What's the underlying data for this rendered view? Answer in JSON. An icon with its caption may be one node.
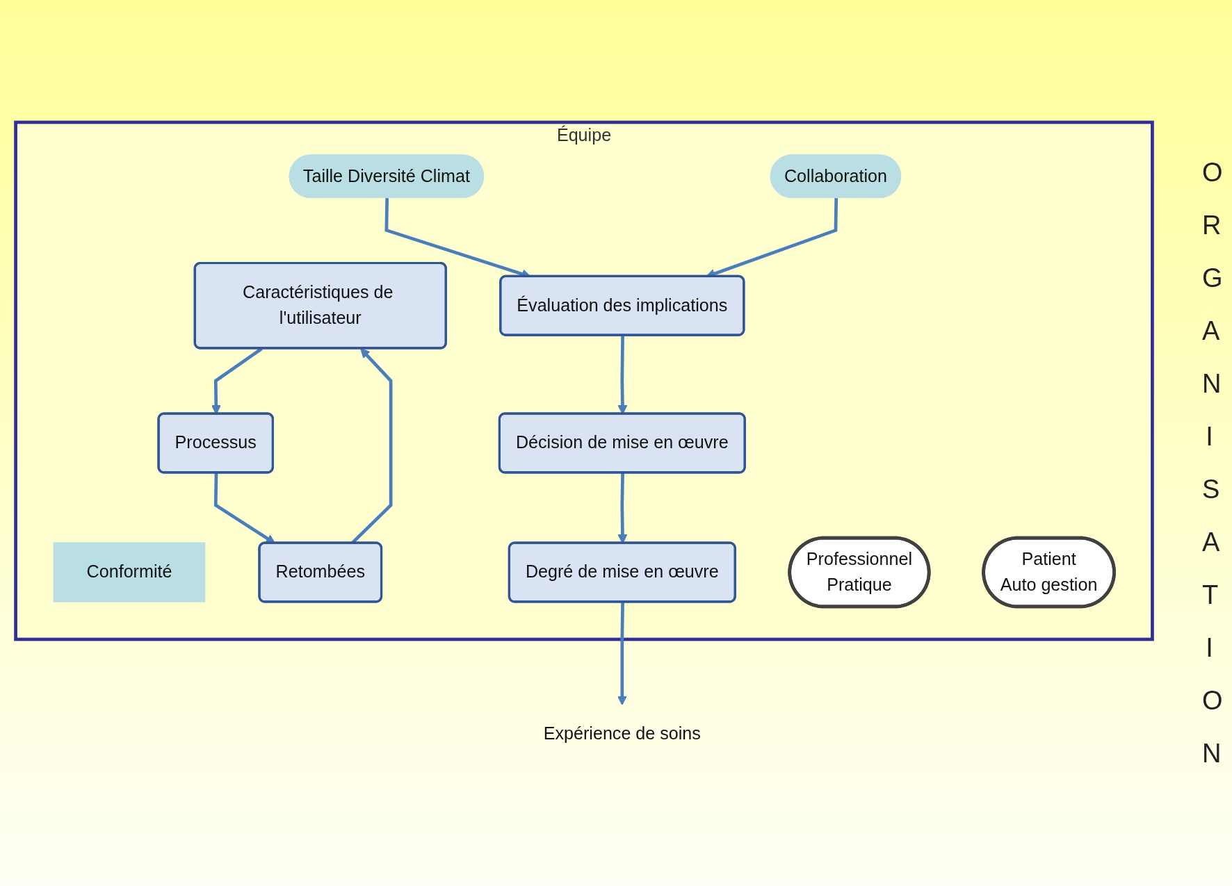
{
  "diagram": {
    "nodes": [
      {
        "text": [
          "Équipe"
        ]
      },
      {
        "text": [
          "Conformité"
        ],
        "in": 0
      },
      {
        "text": [
          "Taille Diversité Climat"
        ],
        "in": 0
      },
      {
        "text": [
          "Collaboration"
        ],
        "in": 0
      },
      {
        "text": [
          "Caractéristiques de l'utilisateur"
        ],
        "in": 0
      },
      {
        "text": [
          "Processus"
        ],
        "in": 0
      },
      {
        "text": [
          "Retombées"
        ],
        "in": 0
      },
      {
        "text": [
          "Évaluation des implications"
        ],
        "in": 0
      },
      {
        "text": [
          "Décision de mise en œuvre"
        ],
        "in": 0
      },
      {
        "text": [
          "Degré de mise en œuvre"
        ],
        "in": 0
      },
      {
        "text": [
          "Professionnel",
          "Pratique"
        ],
        "in": 0
      },
      {
        "text": [
          "Patient",
          "Auto gestion"
        ],
        "in": 0
      },
      {
        "text": [
          "Expérience de soins"
        ]
      }
    ],
    "edges": [
      {
        "from": 4,
        "to": 5,
        "arrow": "to"
      },
      {
        "from": 5,
        "to": 6,
        "arrow": "to"
      },
      {
        "from": 6,
        "to": 4,
        "arrow": "to"
      },
      {
        "from": 2,
        "to": 7,
        "arrow": "to"
      },
      {
        "from": 3,
        "to": 7,
        "arrow": "to"
      },
      {
        "from": 7,
        "to": 8,
        "arrow": "to"
      },
      {
        "from": 8,
        "to": 9,
        "arrow": "to"
      },
      {
        "from": 9,
        "to": 12,
        "arrow": "to"
      }
    ],
    "labels": [
      "ORGANISATION"
    ]
  }
}
